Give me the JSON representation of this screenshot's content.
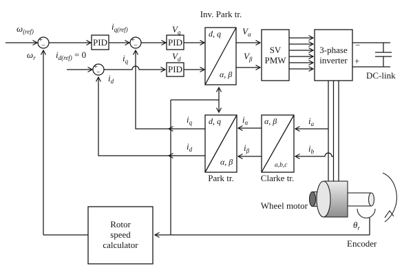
{
  "signals": {
    "w_ref": {
      "base": "ω",
      "sub": "(ref)"
    },
    "w_r": {
      "base": "ω",
      "sub": "r"
    },
    "id_ref": {
      "base": "i",
      "sub": "d(ref)",
      "eq": " = 0"
    },
    "iq_ref": {
      "base": "i",
      "sub": "q(ref)"
    },
    "iq_loop": {
      "base": "i",
      "sub": "q"
    },
    "id_loop": {
      "base": "i",
      "sub": "d"
    },
    "vq": {
      "base": "V",
      "sub": "q"
    },
    "vd": {
      "base": "V",
      "sub": "d"
    },
    "v_alpha": {
      "base": "V",
      "sub": "α"
    },
    "v_beta": {
      "base": "V",
      "sub": "β"
    },
    "iq_fb": {
      "base": "i",
      "sub": "q"
    },
    "id_fb": {
      "base": "i",
      "sub": "d"
    },
    "i_alpha": {
      "base": "i",
      "sub": "α"
    },
    "i_beta": {
      "base": "i",
      "sub": "β"
    },
    "i_a": {
      "base": "i",
      "sub": "a"
    },
    "i_b": {
      "base": "i",
      "sub": "b"
    },
    "theta_r": {
      "base": "θ",
      "sub": "r"
    }
  },
  "junctions": {
    "j1": {
      "plus": "+",
      "minus": "−"
    },
    "j2": {
      "plus": "+",
      "minus": "−"
    },
    "j3": {
      "plus": "+",
      "minus": "−"
    }
  },
  "blocks": {
    "pid_speed": "PID",
    "pid_iq": "PID",
    "pid_id": "PID",
    "inv_park": {
      "title": "Inv. Park tr.",
      "corner_in": "d, q",
      "corner_out": "α, β"
    },
    "sv_pwm": {
      "line1": "SV",
      "line2": "PMW"
    },
    "inverter": {
      "line1": "3-phase",
      "line2": "inverter",
      "minus": "−",
      "plus": "+"
    },
    "dc_link_label": "DC-link",
    "park": {
      "label": "Park tr.",
      "corner_in": "d, q",
      "corner_out": "α, β"
    },
    "clarke": {
      "label": "Clarke tr.",
      "corner_in": "α, β",
      "corner_out": "a,b,c"
    },
    "rotor_calc": {
      "line1": "Rotor",
      "line2": "speed",
      "line3": "calculator"
    }
  },
  "annotations": {
    "wheel_motor": "Wheel motor",
    "encoder": "Encoder"
  },
  "colors": {
    "line": "#161616",
    "motor_light": "#e6e6e6",
    "motor_dark": "#8d8d8d",
    "shaft_cap": "#6e6e6e"
  }
}
